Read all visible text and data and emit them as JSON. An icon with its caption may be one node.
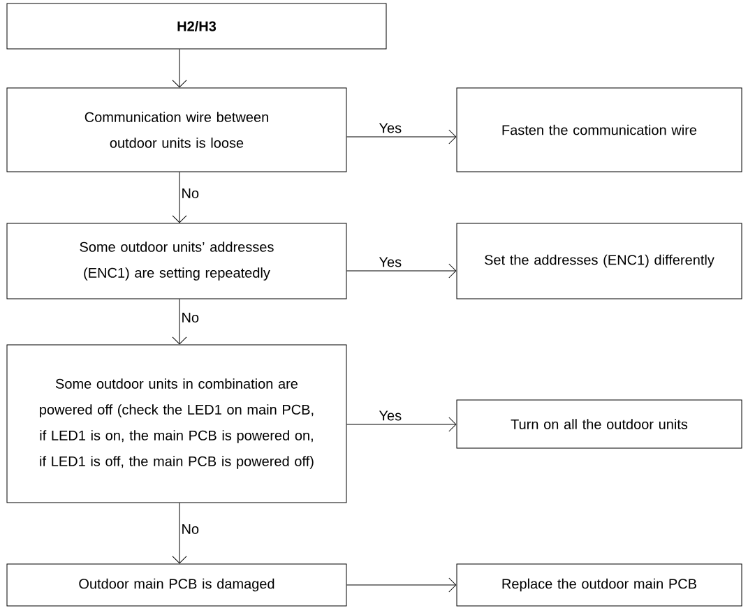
{
  "diagram": {
    "nodes": [
      {
        "text": [
          "H2/H3"
        ]
      },
      {
        "text": [
          "Communication wire between outdoor units is loose"
        ]
      },
      {
        "text": [
          "Fasten the communication wire"
        ]
      },
      {
        "text": [
          "Some outdoor units’ addresses (ENC1) are setting repeatedly"
        ]
      },
      {
        "text": [
          "Set the addresses (ENC1) differently"
        ]
      },
      {
        "text": [
          "Some outdoor units in combination are powered off (check the LED1 on main PCB, if LED1 is on, the main PCB is powered on, if LED1 is off, the main PCB is powered off)"
        ]
      },
      {
        "text": [
          "Turn on all the outdoor units"
        ]
      },
      {
        "text": [
          "Outdoor main PCB is damaged"
        ]
      },
      {
        "text": [
          "Replace the outdoor main PCB"
        ]
      }
    ],
    "edges": [
      {
        "from": 0,
        "to": 1,
        "arrow": "to"
      },
      {
        "from": 1,
        "to": 2,
        "arrow": "to",
        "label": "Yes"
      },
      {
        "from": 1,
        "to": 3,
        "arrow": "to",
        "label": "No"
      },
      {
        "from": 3,
        "to": 4,
        "arrow": "to",
        "label": "Yes"
      },
      {
        "from": 3,
        "to": 5,
        "arrow": "to",
        "label": "No"
      },
      {
        "from": 5,
        "to": 6,
        "arrow": "to",
        "label": "Yes"
      },
      {
        "from": 5,
        "to": 7,
        "arrow": "to",
        "label": "No"
      },
      {
        "from": 7,
        "to": 8,
        "arrow": "to"
      }
    ]
  }
}
